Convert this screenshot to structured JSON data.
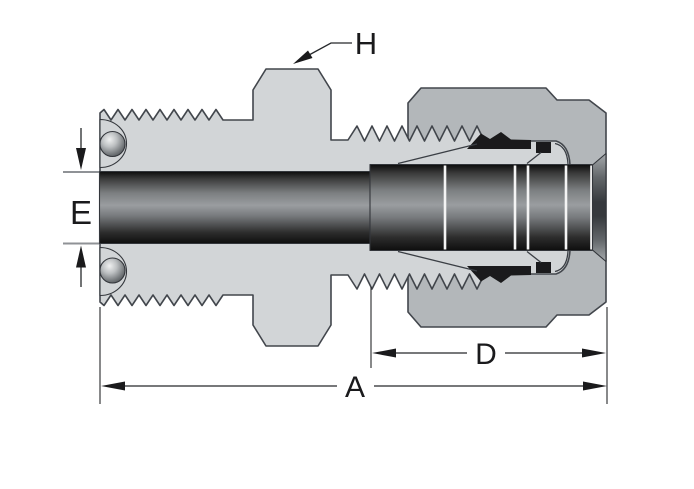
{
  "dimension_labels": {
    "hex_flats": "H",
    "orifice": "E",
    "nut_length": "D",
    "overall_length": "A"
  },
  "colors": {
    "background": "#ffffff",
    "body_fill": "#d2d5d7",
    "nut_fill": "#b3b7ba",
    "outline": "#42464c",
    "ferrule_black": "#1a1a1c",
    "dimension_ink": "#1a1a1c",
    "tick_gray": "#8f9296",
    "tube_highlight": "#9a9da0",
    "tube_dark": "#0e0e0e"
  }
}
